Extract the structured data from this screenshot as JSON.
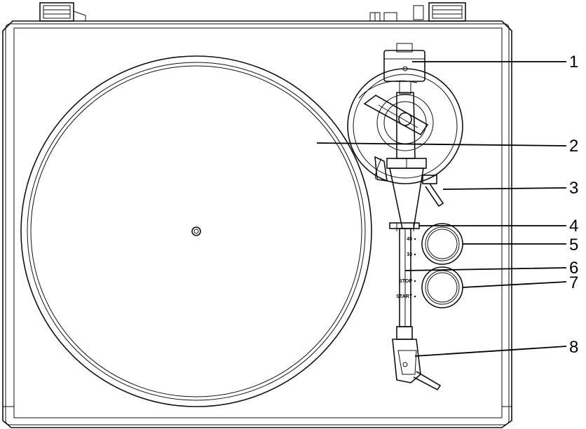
{
  "callouts": [
    {
      "label": "1"
    },
    {
      "label": "2"
    },
    {
      "label": "3"
    },
    {
      "label": "4"
    },
    {
      "label": "5"
    },
    {
      "label": "6"
    },
    {
      "label": "7"
    },
    {
      "label": "8"
    }
  ],
  "controls": {
    "speed_45": "45",
    "speed_33": "33",
    "stop": "STOP",
    "start": "START"
  }
}
